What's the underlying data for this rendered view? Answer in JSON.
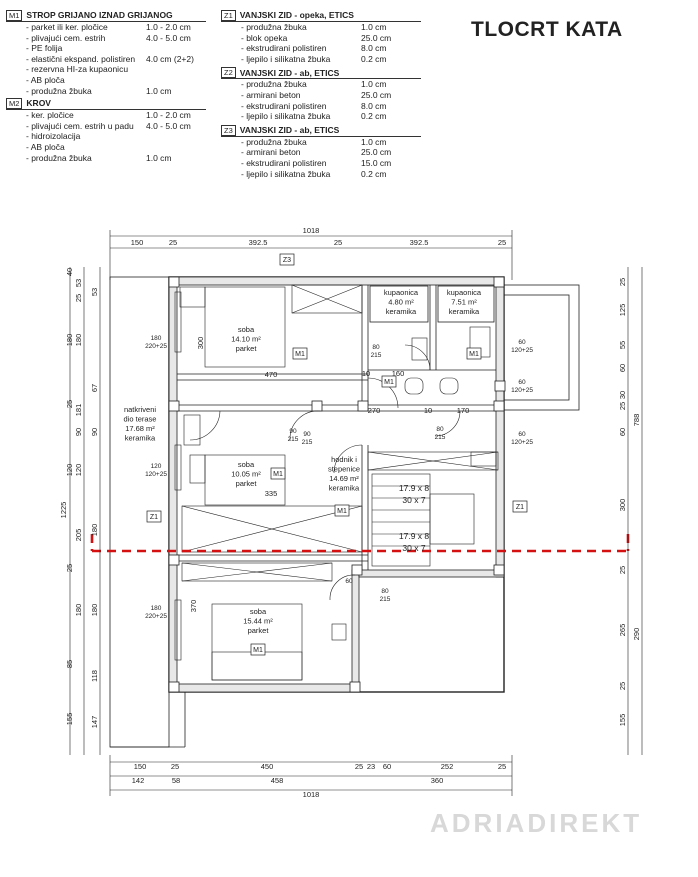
{
  "title": "TLOCRT KATA",
  "watermark": "ADRIADIREKT",
  "legend_left": [
    {
      "tag": "M1",
      "title": "STROP GRIJANO IZNAD GRIJANOG",
      "rows": [
        {
          "m": "- parket ili ker. pločice",
          "v": "1.0 - 2.0 cm"
        },
        {
          "m": "- plivajući cem. estrih",
          "v": "4.0 - 5.0 cm"
        },
        {
          "m": "- PE folija",
          "v": ""
        },
        {
          "m": "- elastični ekspand. polistiren",
          "v": "4.0 cm (2+2)"
        },
        {
          "m": "- rezervna HI-za kupaonicu",
          "v": ""
        },
        {
          "m": "- AB ploča",
          "v": ""
        },
        {
          "m": "- produžna žbuka",
          "v": "1.0 cm"
        }
      ]
    },
    {
      "tag": "M2",
      "title": "KROV",
      "rows": [
        {
          "m": "- ker. pločice",
          "v": "1.0 - 2.0 cm"
        },
        {
          "m": "- plivajući cem. estrih u padu",
          "v": "4.0 - 5.0 cm"
        },
        {
          "m": "- hidroizolacija",
          "v": ""
        },
        {
          "m": "- AB ploča",
          "v": ""
        },
        {
          "m": "- produžna žbuka",
          "v": "1.0 cm"
        }
      ]
    }
  ],
  "legend_right": [
    {
      "tag": "Z1",
      "title": "VANJSKI ZID - opeka, ETICS",
      "rows": [
        {
          "m": "- produžna žbuka",
          "v": "1.0 cm"
        },
        {
          "m": "- blok opeka",
          "v": "25.0 cm"
        },
        {
          "m": "- ekstrudirani polistiren",
          "v": "8.0 cm"
        },
        {
          "m": "- ljepilo i silikatna žbuka",
          "v": "0.2 cm"
        }
      ]
    },
    {
      "tag": "Z2",
      "title": "VANJSKI ZID - ab, ETICS",
      "rows": [
        {
          "m": "- produžna žbuka",
          "v": "1.0 cm"
        },
        {
          "m": "- armirani beton",
          "v": "25.0 cm"
        },
        {
          "m": "- ekstrudirani polistiren",
          "v": "8.0 cm"
        },
        {
          "m": "- ljepilo i silikatna žbuka",
          "v": "0.2 cm"
        }
      ]
    },
    {
      "tag": "Z3",
      "title": "VANJSKI ZID - ab, ETICS",
      "rows": [
        {
          "m": "- produžna žbuka",
          "v": "1.0 cm"
        },
        {
          "m": "- armirani beton",
          "v": "25.0 cm"
        },
        {
          "m": "- ekstrudirani polistiren",
          "v": "15.0 cm"
        },
        {
          "m": "- ljepilo i silikatna žbuka",
          "v": "0.2 cm"
        }
      ]
    }
  ],
  "rooms": [
    {
      "id": "soba1",
      "lines": [
        "soba",
        "14.10 m²",
        "parket"
      ]
    },
    {
      "id": "kup1",
      "lines": [
        "kupaonica",
        "4.80 m²",
        "keramika"
      ]
    },
    {
      "id": "kup2",
      "lines": [
        "kupaonica",
        "7.51 m²",
        "keramika"
      ]
    },
    {
      "id": "terasa",
      "lines": [
        "natkriveni",
        "dio terase",
        "17.68 m²",
        "keramika"
      ]
    },
    {
      "id": "soba2",
      "lines": [
        "soba",
        "10.05 m²",
        "parket"
      ]
    },
    {
      "id": "hodnik",
      "lines": [
        "hodnik i",
        "stepenice",
        "14.69 m²",
        "keramika"
      ]
    },
    {
      "id": "soba3",
      "lines": [
        "soba",
        "15.44 m²",
        "parket"
      ]
    }
  ],
  "tags": {
    "m1": "M1",
    "z1": "Z1",
    "z3": "Z3"
  },
  "stairs": [
    "17.9 x 8",
    "30 x 7"
  ],
  "dims_top": {
    "total": "1018",
    "segments": [
      "150",
      "25",
      "392.5",
      "25",
      "392.5",
      "25"
    ]
  },
  "dims_bottom": {
    "row1": [
      "150",
      "25",
      "450",
      "25",
      "23",
      "60",
      "252",
      "25"
    ],
    "row2": [
      "142",
      "58",
      "458",
      "360"
    ],
    "total": "1018"
  },
  "dims_left_outer": [
    "1225"
  ],
  "dims_left_mid": [
    "205",
    "180",
    "120",
    "90",
    "181",
    "180",
    "25",
    "53"
  ],
  "dims_left_inner": [
    "40",
    "53",
    "180",
    "67",
    "25",
    "90",
    "120",
    "180",
    "25",
    "180",
    "85",
    "118",
    "155",
    "147"
  ],
  "dims_right": [
    "25",
    "125",
    "55",
    "60",
    "30",
    "25",
    "60",
    "300",
    "25",
    "265",
    "25",
    "155"
  ],
  "dims_right_outer": [
    "788",
    "290"
  ],
  "interior_labels": {
    "w470": "470",
    "w335": "335",
    "w370": "370",
    "w270": "270",
    "w170": "170",
    "w160": "160",
    "w10a": "10",
    "w10b": "10",
    "d80_215": [
      "80",
      "215"
    ],
    "d90_215a": [
      "90",
      "215"
    ],
    "d90_215b": [
      "90",
      "215"
    ],
    "d80_215b": [
      "80",
      "215"
    ],
    "d80_215c": [
      "80",
      "215"
    ],
    "d60_215": [
      "60",
      "215"
    ],
    "d300": "300",
    "win180_1": [
      "180",
      "220+25"
    ],
    "win120": [
      "120",
      "120+25"
    ],
    "win180_2": [
      "180",
      "220+25"
    ],
    "win60a": [
      "60",
      "120+25"
    ],
    "win60b": [
      "60",
      "120+25"
    ],
    "win60c": [
      "60",
      "120+25"
    ]
  }
}
